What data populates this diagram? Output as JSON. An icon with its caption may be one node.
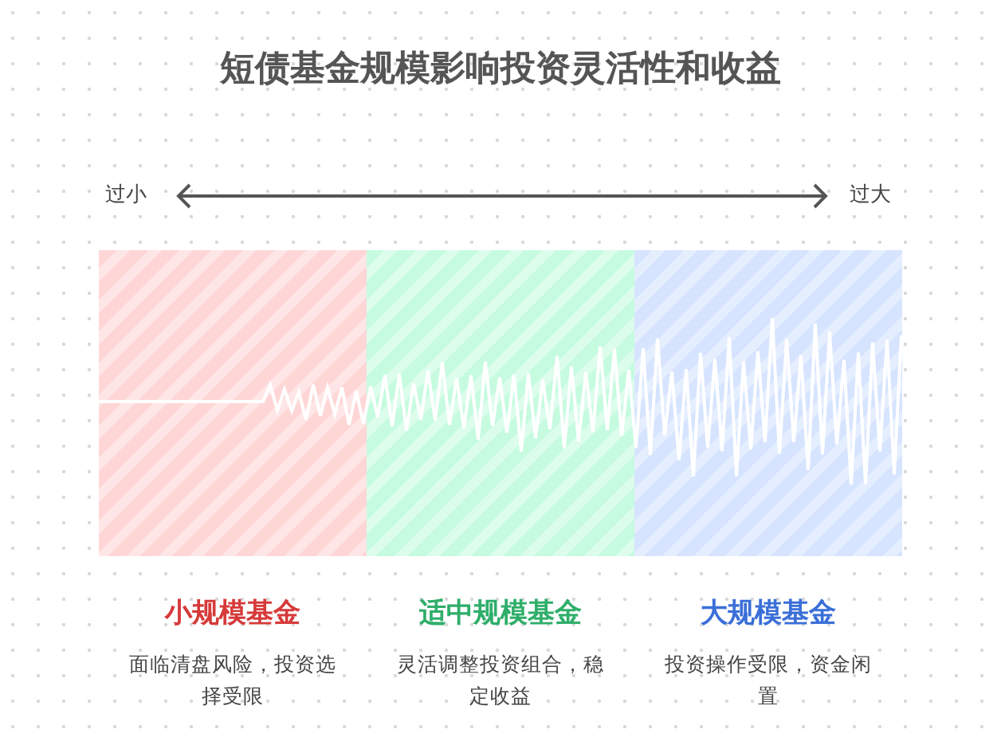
{
  "diagram": {
    "title": "短债基金规模影响投资灵活性和收益",
    "nodes": [
      {
        "text": [
          "小规模基金",
          "面临清盘风险，投资选择受限"
        ]
      },
      {
        "text": [
          "适中规模基金",
          "灵活调整投资组合，稳定收益"
        ]
      },
      {
        "text": [
          "大规模基金",
          "投资操作受限，资金闲置"
        ]
      }
    ],
    "edges": [],
    "labels": [
      "过小",
      "过大"
    ]
  }
}
